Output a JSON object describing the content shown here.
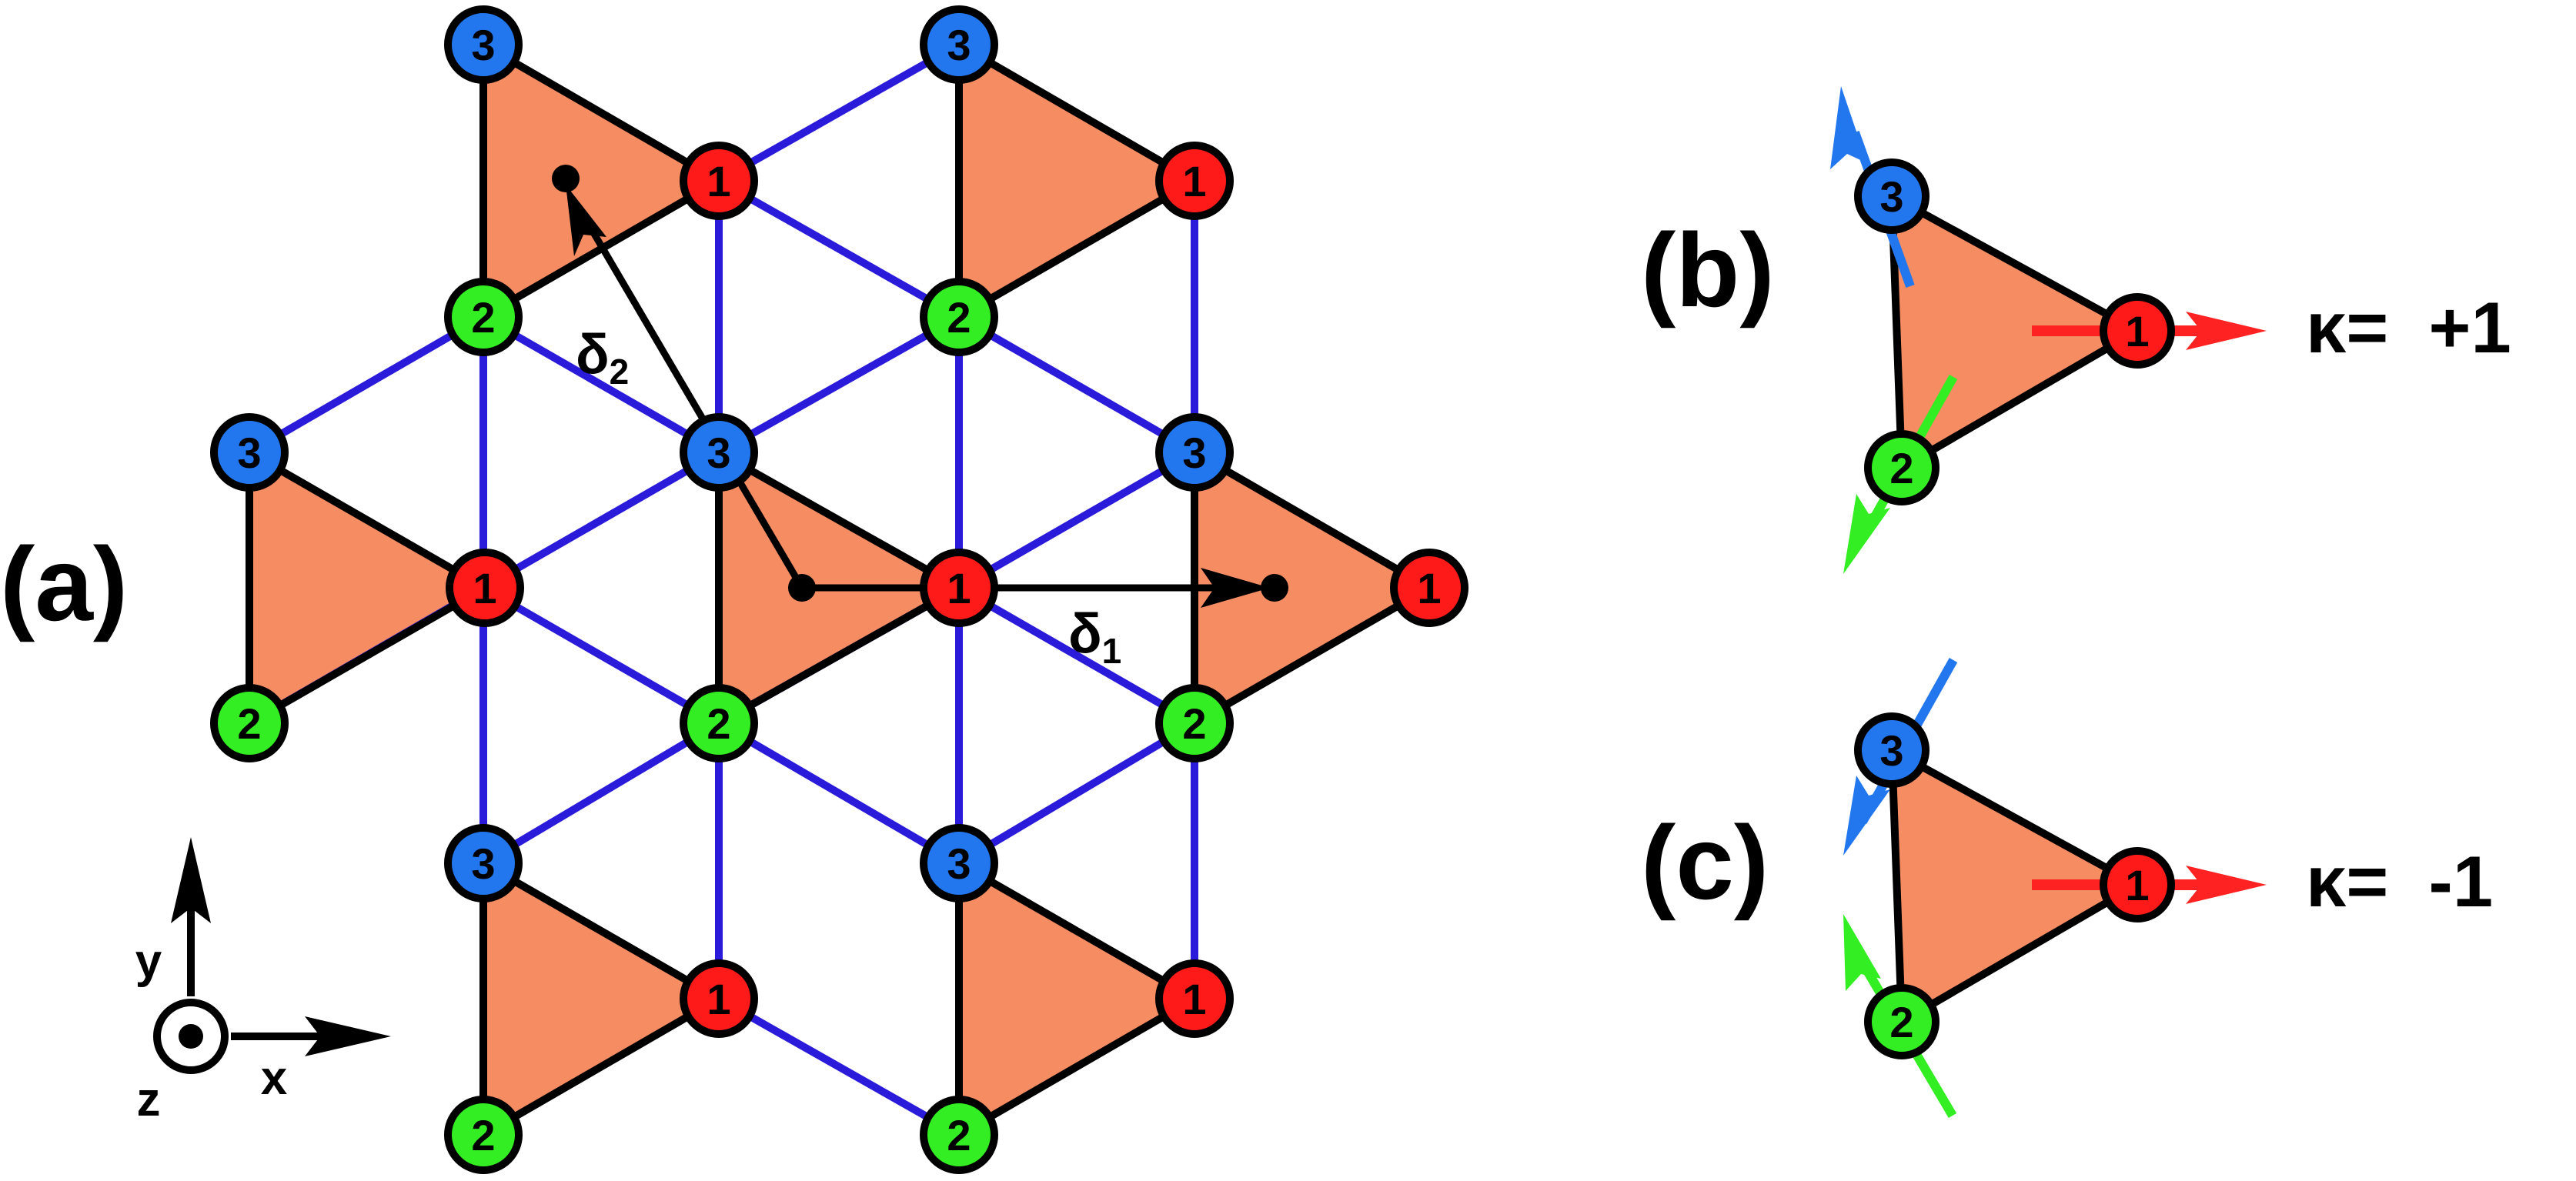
{
  "panels": {
    "a": "(a)",
    "b": "(b)",
    "c": "(c)"
  },
  "site_labels": {
    "s1": "1",
    "s2": "2",
    "s3": "3"
  },
  "vectors": {
    "delta1": {
      "symbol": "δ",
      "sub": "1"
    },
    "delta2": {
      "symbol": "δ",
      "sub": "2"
    }
  },
  "axes": {
    "x": "x",
    "y": "y",
    "z": "z"
  },
  "chirality": {
    "b": "κ=  +1",
    "c": "κ=  -1"
  },
  "colors": {
    "site1": "#ff1a1a",
    "site2": "#33ee22",
    "site3": "#2277ee",
    "triangle_fill": "#f58c62",
    "bond_blue": "#2a1ad9",
    "bond_black": "#000000",
    "arrow_red": "#ff2222",
    "arrow_green": "#33ee22",
    "arrow_blue": "#2277ee"
  }
}
